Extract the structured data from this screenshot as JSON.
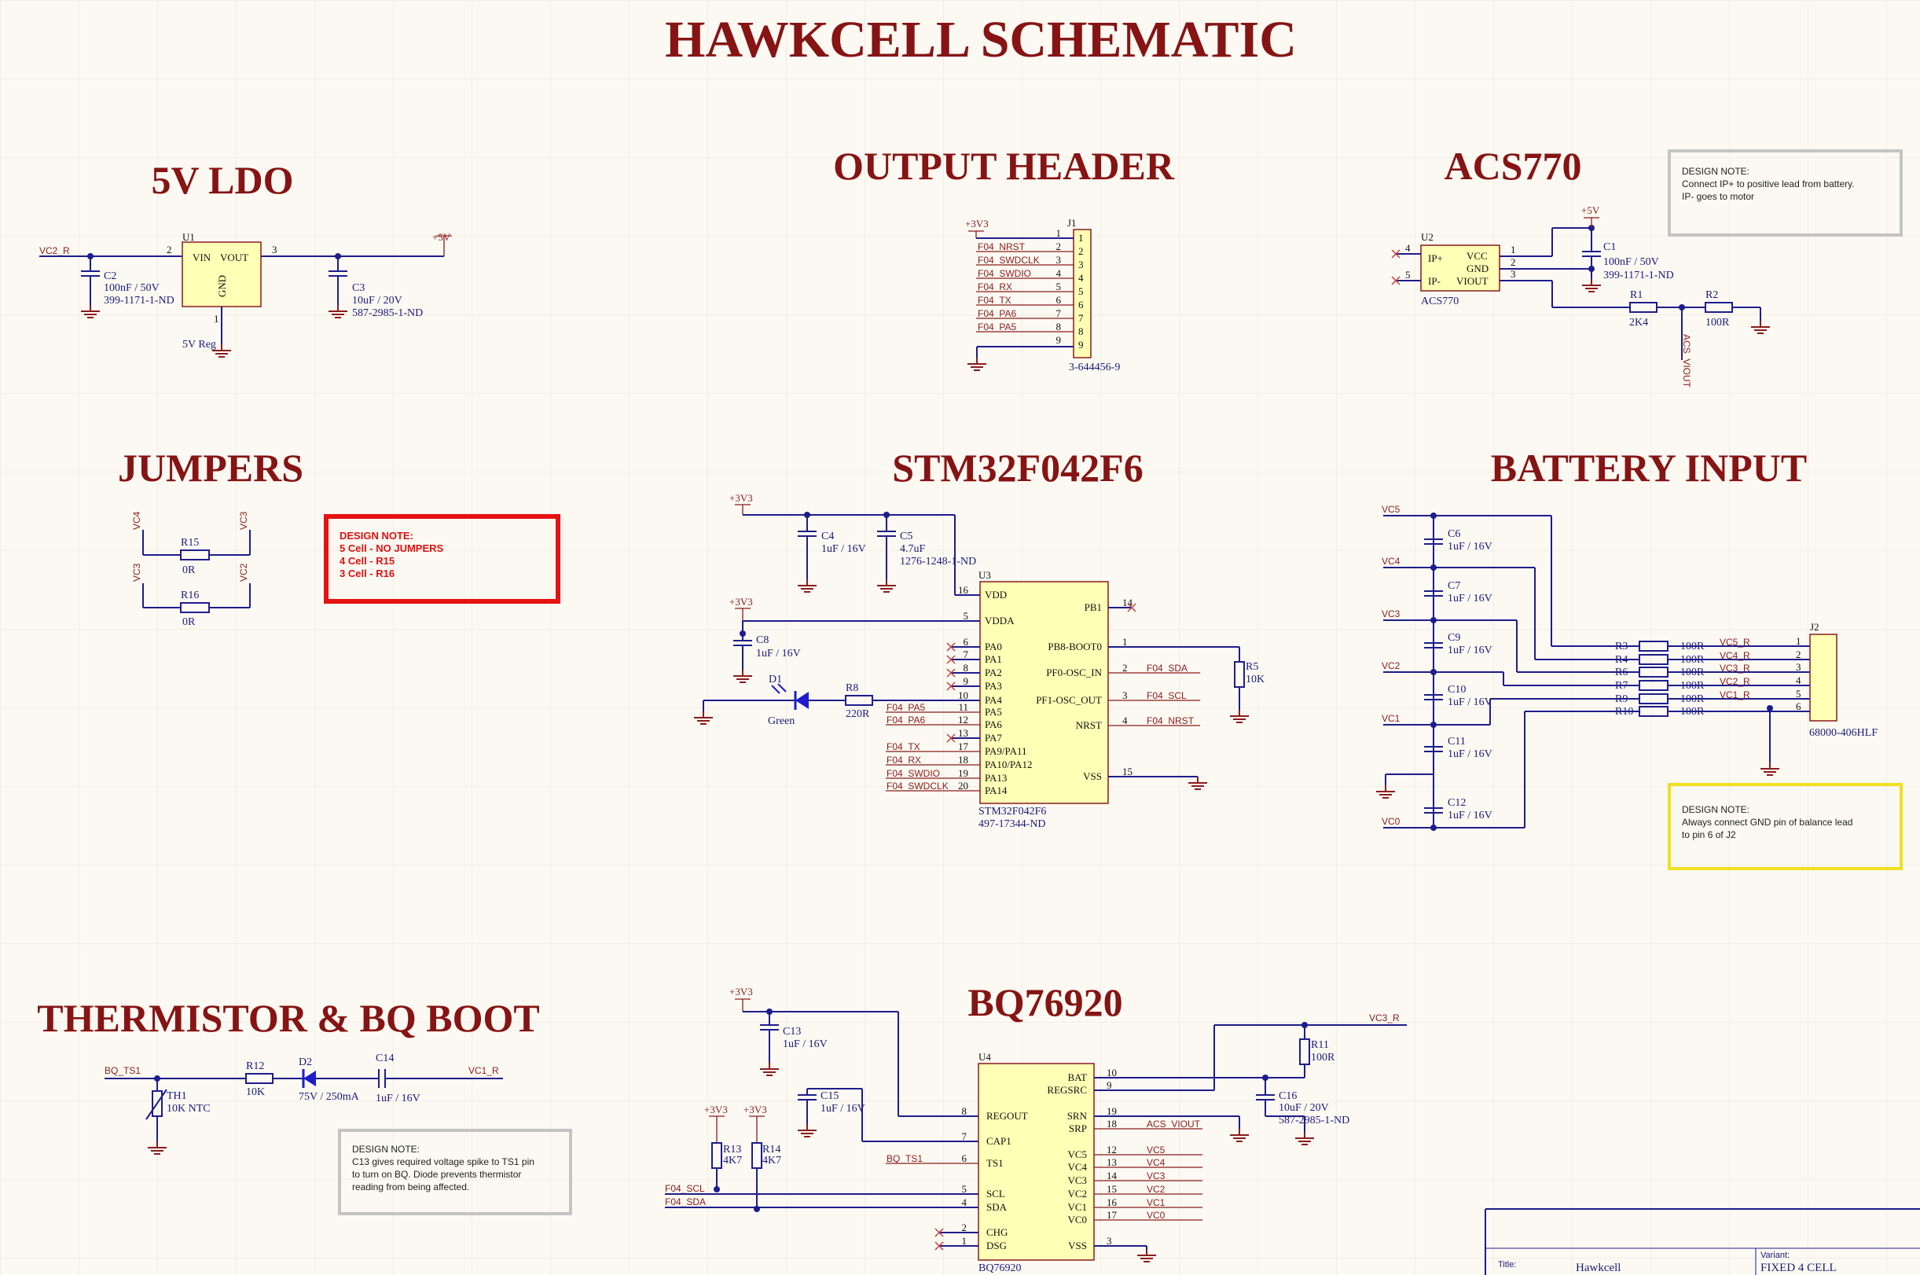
{
  "title": "HAWKCELL SCHEMATIC",
  "sections": {
    "ldo": "5V LDO",
    "output_header": "OUTPUT HEADER",
    "acs": "ACS770",
    "jumpers": "JUMPERS",
    "mcu": "STM32F042F6",
    "battery": "BATTERY INPUT",
    "thermistor": "THERMISTOR & BQ BOOT",
    "bq": "BQ76920"
  },
  "ldo": {
    "u1": "U1",
    "vin": "VIN",
    "vout": "VOUT",
    "gnd": "GND",
    "pin2": "2",
    "pin3": "3",
    "pin1": "1",
    "net_in": "VC2_R",
    "net_out": "+5V",
    "c2_ref": "C2",
    "c2_val": "100nF / 50V",
    "c2_pn": "399-1171-1-ND",
    "c3_ref": "C3",
    "c3_val": "10uF / 20V",
    "c3_pn": "587-2985-1-ND",
    "part": "5V Reg"
  },
  "header": {
    "ref": "J1",
    "part": "3-644456-9",
    "pwr": "+3V3",
    "pins": [
      {
        "num": "1",
        "net": ""
      },
      {
        "num": "2",
        "net": "F04_NRST"
      },
      {
        "num": "3",
        "net": "F04_SWDCLK"
      },
      {
        "num": "4",
        "net": "F04_SWDIO"
      },
      {
        "num": "5",
        "net": "F04_RX"
      },
      {
        "num": "6",
        "net": "F04_TX"
      },
      {
        "num": "7",
        "net": "F04_PA6"
      },
      {
        "num": "8",
        "net": "F04_PA5"
      },
      {
        "num": "9",
        "net": ""
      }
    ]
  },
  "acs": {
    "ref": "U2",
    "part": "ACS770",
    "ip_plus": "IP+",
    "ip_minus": "IP-",
    "vcc": "VCC",
    "gnd": "GND",
    "viout": "VIOUT",
    "p4": "4",
    "p5": "5",
    "p1": "1",
    "p2": "2",
    "p3": "3",
    "pwr": "+5V",
    "c1_ref": "C1",
    "c1_val": "100nF / 50V",
    "c1_pn": "399-1171-1-ND",
    "r1_ref": "R1",
    "r1_val": "2K4",
    "r2_ref": "R2",
    "r2_val": "100R",
    "net_out": "ACS_VIOUT"
  },
  "note_acs": {
    "title": "DESIGN NOTE:",
    "line1": "Connect IP+ to positive lead from battery.",
    "line2": "IP- goes to motor"
  },
  "jumpers": {
    "r15": "R15",
    "r15_val": "0R",
    "r16": "R16",
    "r16_val": "0R",
    "n1": "VC4",
    "n2": "VC3",
    "n3": "VC3",
    "n4": "VC2"
  },
  "note_jumpers": {
    "title": "DESIGN NOTE:",
    "line1": "5 Cell - NO JUMPERS",
    "line2": "4 Cell - R15",
    "line3": "3 Cell - R16"
  },
  "mcu": {
    "ref": "U3",
    "part": "STM32F042F6",
    "pn": "497-17344-ND",
    "pwr1": "+3V3",
    "pwr2": "+3V3",
    "c4_ref": "C4",
    "c4_val": "1uF / 16V",
    "c5_ref": "C5",
    "c5_val": "4.7uF",
    "c5_pn": "1276-1248-1-ND",
    "c8_ref": "C8",
    "c8_val": "1uF / 16V",
    "d1_ref": "D1",
    "d1_val": "Green",
    "r8_ref": "R8",
    "r8_val": "220R",
    "r5_ref": "R5",
    "r5_val": "10K",
    "left_pins": [
      {
        "num": "16",
        "name": "VDD",
        "net": ""
      },
      {
        "num": "5",
        "name": "VDDA",
        "net": ""
      },
      {
        "num": "6",
        "name": "PA0",
        "net": ""
      },
      {
        "num": "7",
        "name": "PA1",
        "net": ""
      },
      {
        "num": "8",
        "name": "PA2",
        "net": ""
      },
      {
        "num": "9",
        "name": "PA3",
        "net": ""
      },
      {
        "num": "10",
        "name": "PA4",
        "net": ""
      },
      {
        "num": "11",
        "name": "PA5",
        "net": "F04_PA5"
      },
      {
        "num": "12",
        "name": "PA6",
        "net": "F04_PA6"
      },
      {
        "num": "13",
        "name": "PA7",
        "net": ""
      },
      {
        "num": "17",
        "name": "PA9/PA11",
        "net": "F04_TX"
      },
      {
        "num": "18",
        "name": "PA10/PA12",
        "net": "F04_RX"
      },
      {
        "num": "19",
        "name": "PA13",
        "net": "F04_SWDIO"
      },
      {
        "num": "20",
        "name": "PA14",
        "net": "F04_SWDCLK"
      }
    ],
    "right_pins": [
      {
        "num": "14",
        "name": "PB1",
        "net": ""
      },
      {
        "num": "1",
        "name": "PB8-BOOT0",
        "net": ""
      },
      {
        "num": "2",
        "name": "PF0-OSC_IN",
        "net": "F04_SDA"
      },
      {
        "num": "3",
        "name": "PF1-OSC_OUT",
        "net": "F04_SCL"
      },
      {
        "num": "4",
        "name": "NRST",
        "net": "F04_NRST"
      },
      {
        "num": "15",
        "name": "VSS",
        "net": ""
      }
    ]
  },
  "battery": {
    "ref": "J2",
    "part": "68000-406HLF",
    "caps": [
      {
        "ref": "C6",
        "val": "1uF / 16V",
        "net": "VC5"
      },
      {
        "ref": "C7",
        "val": "1uF / 16V",
        "net": "VC4"
      },
      {
        "ref": "C9",
        "val": "1uF / 16V",
        "net": "VC3"
      },
      {
        "ref": "C10",
        "val": "1uF / 16V",
        "net": "VC2"
      },
      {
        "ref": "C11",
        "val": "1uF / 16V",
        "net": "VC1"
      },
      {
        "ref": "C12",
        "val": "1uF / 16V",
        "net": "VC0"
      }
    ],
    "res": [
      {
        "ref": "R3",
        "val": "100R",
        "net": "VC5_R",
        "pin": "1"
      },
      {
        "ref": "R4",
        "val": "100R",
        "net": "VC4_R",
        "pin": "2"
      },
      {
        "ref": "R6",
        "val": "100R",
        "net": "VC3_R",
        "pin": "3"
      },
      {
        "ref": "R7",
        "val": "100R",
        "net": "VC2_R",
        "pin": "4"
      },
      {
        "ref": "R9",
        "val": "100R",
        "net": "VC1_R",
        "pin": "5"
      },
      {
        "ref": "R10",
        "val": "100R",
        "net": "",
        "pin": "6"
      }
    ]
  },
  "note_battery": {
    "title": "DESIGN NOTE:",
    "line1": "Always connect GND pin of balance lead",
    "line2": "to pin 6 of J2"
  },
  "therm": {
    "net_in": "BQ_TS1",
    "net_out": "VC1_R",
    "th_ref": "TH1",
    "th_val": "10K NTC",
    "r12_ref": "R12",
    "r12_val": "10K",
    "d2_ref": "D2",
    "d2_val": "75V / 250mA",
    "c14_ref": "C14",
    "c14_val": "1uF / 16V"
  },
  "note_therm": {
    "title": "DESIGN NOTE:",
    "line1": "C13 gives required voltage spike to TS1 pin",
    "line2": "to turn on BQ. Diode prevents thermistor",
    "line3": "reading from being affected."
  },
  "bq": {
    "ref": "U4",
    "part": "BQ76920",
    "pwr1": "+3V3",
    "pwr2": "+3V3",
    "pwr3": "+3V3",
    "c13_ref": "C13",
    "c13_val": "1uF / 16V",
    "c15_ref": "C15",
    "c15_val": "1uF / 16V",
    "c16_ref": "C16",
    "c16_val": "10uF / 20V",
    "c16_pn": "587-2985-1-ND",
    "r11_ref": "R11",
    "r11_val": "100R",
    "r13_ref": "R13",
    "r13_val": "4K7",
    "r14_ref": "R14",
    "r14_val": "4K7",
    "net_vc3": "VC3_R",
    "net_scl": "F04_SCL",
    "net_sda": "F04_SDA",
    "left_pins": [
      {
        "num": "8",
        "name": "REGOUT",
        "net": ""
      },
      {
        "num": "7",
        "name": "CAP1",
        "net": ""
      },
      {
        "num": "6",
        "name": "TS1",
        "net": "BQ_TS1"
      },
      {
        "num": "5",
        "name": "SCL",
        "net": ""
      },
      {
        "num": "4",
        "name": "SDA",
        "net": ""
      },
      {
        "num": "2",
        "name": "CHG",
        "net": ""
      },
      {
        "num": "1",
        "name": "DSG",
        "net": ""
      }
    ],
    "right_pins": [
      {
        "num": "10",
        "name": "BAT",
        "net": ""
      },
      {
        "num": "9",
        "name": "REGSRC",
        "net": ""
      },
      {
        "num": "19",
        "name": "SRN",
        "net": ""
      },
      {
        "num": "18",
        "name": "SRP",
        "net": "ACS_VIOUT"
      },
      {
        "num": "12",
        "name": "VC5",
        "net": "VC5"
      },
      {
        "num": "13",
        "name": "VC4",
        "net": "VC4"
      },
      {
        "num": "14",
        "name": "VC3",
        "net": "VC3"
      },
      {
        "num": "15",
        "name": "VC2",
        "net": "VC2"
      },
      {
        "num": "16",
        "name": "VC1",
        "net": "VC1"
      },
      {
        "num": "17",
        "name": "VC0",
        "net": "VC0"
      },
      {
        "num": "3",
        "name": "VSS",
        "net": ""
      }
    ]
  },
  "title_block": {
    "title_label": "Title:",
    "title_value": "Hawkcell",
    "variant_label": "Variant:",
    "variant_value": "FIXED 4 CELL"
  }
}
